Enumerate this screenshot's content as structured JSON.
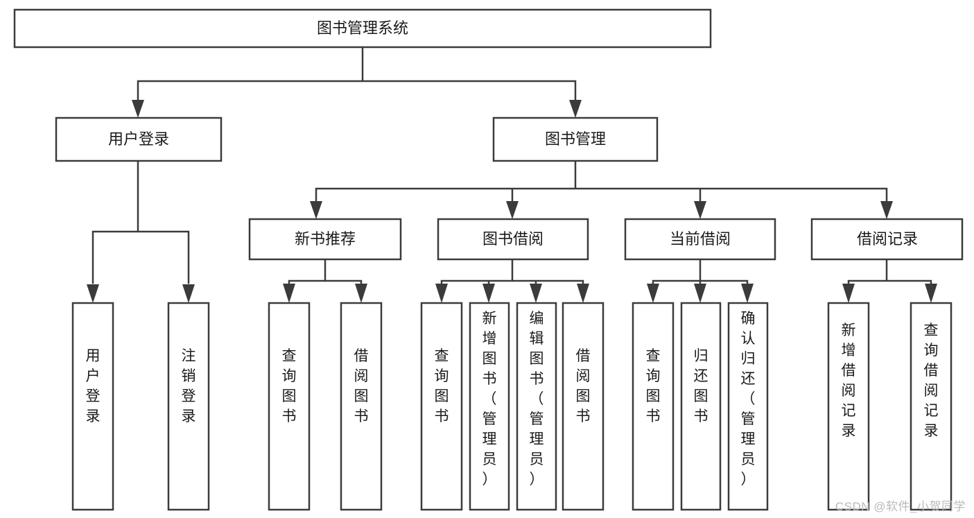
{
  "diagram": {
    "type": "tree",
    "title": "图书管理系统",
    "orientation": "top-down",
    "background_color": "#ffffff",
    "line_color": "#3b3b3b",
    "text_color": "#1a1a1a",
    "nodes": {
      "root": {
        "label": "图书管理系统",
        "orientation": "horizontal"
      },
      "n_user_login": {
        "label": "用户登录",
        "orientation": "horizontal"
      },
      "n_book_mgmt": {
        "label": "图书管理",
        "orientation": "horizontal"
      },
      "n_new_book_rec": {
        "label": "新书推荐",
        "orientation": "horizontal"
      },
      "n_book_borrow": {
        "label": "图书借阅",
        "orientation": "horizontal"
      },
      "n_current_borrow": {
        "label": "当前借阅",
        "orientation": "horizontal"
      },
      "n_borrow_record": {
        "label": "借阅记录",
        "orientation": "horizontal"
      },
      "l_user_login": {
        "label": "用户登录",
        "orientation": "vertical"
      },
      "l_logout": {
        "label": "注销登录",
        "orientation": "vertical"
      },
      "l_query_book_1": {
        "label": "查询图书",
        "orientation": "vertical"
      },
      "l_borrow_book_1": {
        "label": "借阅图书",
        "orientation": "vertical"
      },
      "l_query_book_2": {
        "label": "查询图书",
        "orientation": "vertical"
      },
      "l_add_book": {
        "label": "新增图书（管理员）",
        "orientation": "vertical"
      },
      "l_edit_book": {
        "label": "编辑图书（管理员）",
        "orientation": "vertical"
      },
      "l_borrow_book_2": {
        "label": "借阅图书",
        "orientation": "vertical"
      },
      "l_query_book_3": {
        "label": "查询图书",
        "orientation": "vertical"
      },
      "l_return_book": {
        "label": "归还图书",
        "orientation": "vertical"
      },
      "l_confirm_return": {
        "label": "确认归还（管理员）",
        "orientation": "vertical"
      },
      "l_add_record": {
        "label": "新增借阅记录",
        "orientation": "vertical"
      },
      "l_query_record": {
        "label": "查询借阅记录",
        "orientation": "vertical"
      }
    },
    "edges": [
      {
        "from": "root",
        "to": "n_user_login"
      },
      {
        "from": "root",
        "to": "n_book_mgmt"
      },
      {
        "from": "n_user_login",
        "to": "l_user_login"
      },
      {
        "from": "n_user_login",
        "to": "l_logout"
      },
      {
        "from": "n_book_mgmt",
        "to": "n_new_book_rec"
      },
      {
        "from": "n_book_mgmt",
        "to": "n_book_borrow"
      },
      {
        "from": "n_book_mgmt",
        "to": "n_current_borrow"
      },
      {
        "from": "n_book_mgmt",
        "to": "n_borrow_record"
      },
      {
        "from": "n_new_book_rec",
        "to": "l_query_book_1"
      },
      {
        "from": "n_new_book_rec",
        "to": "l_borrow_book_1"
      },
      {
        "from": "n_book_borrow",
        "to": "l_query_book_2"
      },
      {
        "from": "n_book_borrow",
        "to": "l_add_book"
      },
      {
        "from": "n_book_borrow",
        "to": "l_edit_book"
      },
      {
        "from": "n_book_borrow",
        "to": "l_borrow_book_2"
      },
      {
        "from": "n_current_borrow",
        "to": "l_query_book_3"
      },
      {
        "from": "n_current_borrow",
        "to": "l_return_book"
      },
      {
        "from": "n_current_borrow",
        "to": "l_confirm_return"
      },
      {
        "from": "n_borrow_record",
        "to": "l_add_record"
      },
      {
        "from": "n_borrow_record",
        "to": "l_query_record"
      }
    ]
  },
  "watermark": {
    "text": "CSDN @软件_小贺同学"
  }
}
